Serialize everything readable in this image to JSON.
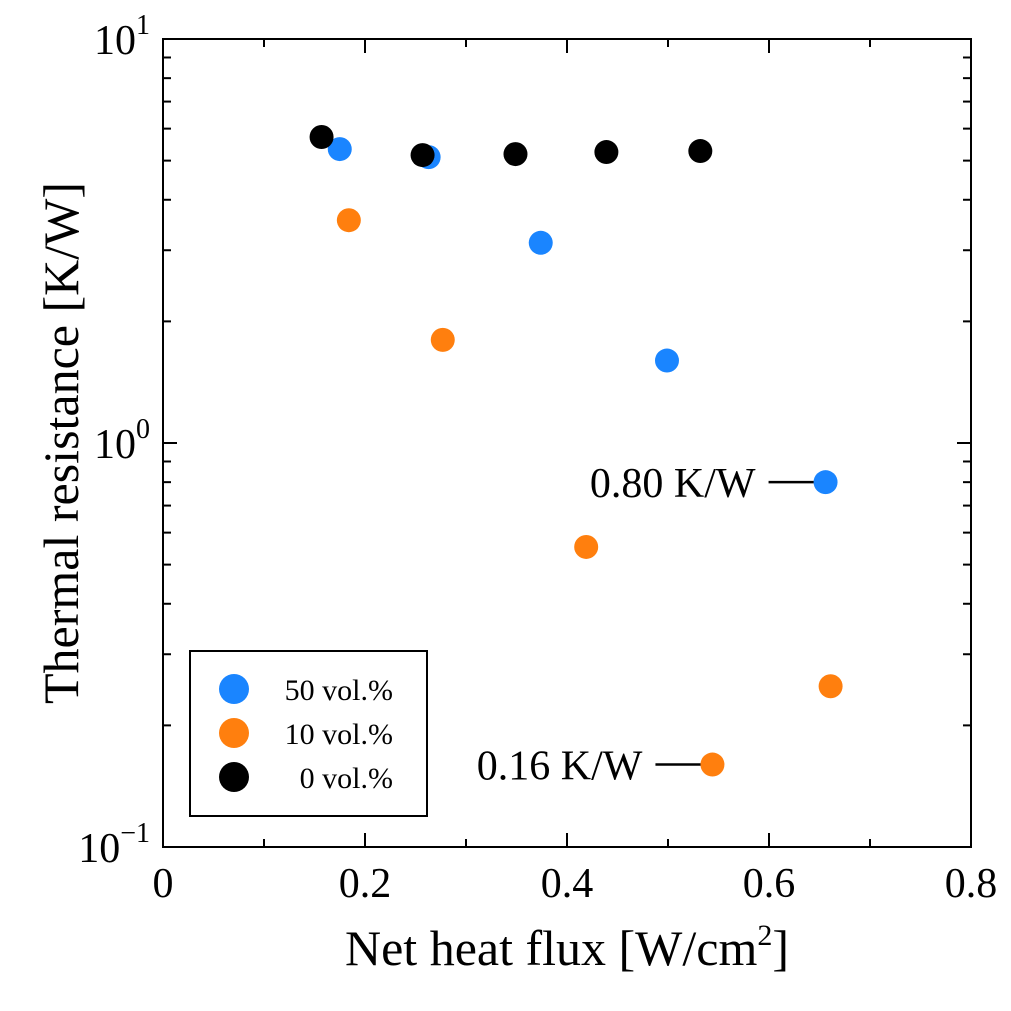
{
  "chart_data": {
    "type": "scatter",
    "xlabel": "Net heat flux [W/cm",
    "xlabel_sup": "2",
    "xlabel_end": "]",
    "ylabel": "Thermal resistance [K/W]",
    "xlim": [
      0,
      0.8
    ],
    "ylim": [
      0.1,
      10
    ],
    "yscale": "log",
    "x_ticks": [
      0,
      0.2,
      0.4,
      0.6,
      0.8
    ],
    "x_tick_labels": [
      "0",
      "0.2",
      "0.4",
      "0.6",
      "0.8"
    ],
    "y_tick_labels": [
      {
        "value": 10,
        "base": "10",
        "exp": "1"
      },
      {
        "value": 1,
        "base": "10",
        "exp": "0"
      },
      {
        "value": 0.1,
        "base": "10",
        "exp": "−1"
      }
    ],
    "grid": false,
    "legend_position": "bottom-left",
    "series": [
      {
        "name": "50 vol.%",
        "color": "#1a85ff",
        "x": [
          0.175,
          0.263,
          0.374,
          0.499,
          0.656
        ],
        "y": [
          5.34,
          5.1,
          3.13,
          1.6,
          0.8
        ]
      },
      {
        "name": "10 vol.%",
        "color": "#ff7f0e",
        "x": [
          0.184,
          0.277,
          0.419,
          0.544,
          0.661
        ],
        "y": [
          3.56,
          1.8,
          0.553,
          0.16,
          0.25
        ]
      },
      {
        "name": "0 vol.%",
        "color": "#000000",
        "x": [
          0.157,
          0.257,
          0.349,
          0.439,
          0.532
        ],
        "y": [
          5.72,
          5.16,
          5.19,
          5.25,
          5.28
        ]
      }
    ],
    "annotations": [
      {
        "text": "0.80 K/W",
        "x": 0.656,
        "y": 0.8
      },
      {
        "text": "0.16 K/W",
        "x": 0.544,
        "y": 0.16
      }
    ]
  }
}
